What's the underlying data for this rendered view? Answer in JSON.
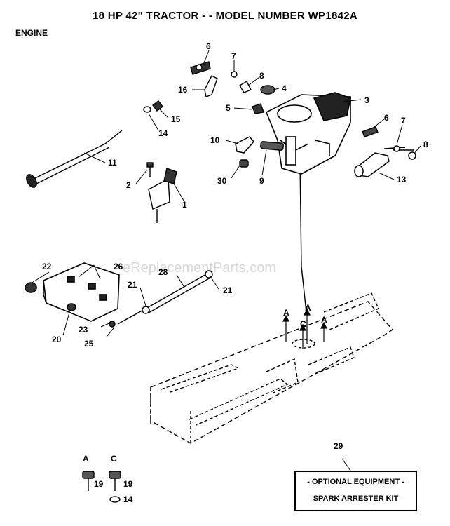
{
  "title": "18 HP 42\" TRACTOR - - MODEL NUMBER WP1842A",
  "section": "ENGINE",
  "watermark": "eReplacementParts.com",
  "callouts": [
    "1",
    "2",
    "3",
    "4",
    "5",
    "6",
    "7",
    "8",
    "9",
    "10",
    "11",
    "13",
    "14",
    "15",
    "16",
    "19",
    "20",
    "21",
    "22",
    "23",
    "25",
    "26",
    "28",
    "29",
    "30"
  ],
  "letters": [
    "A",
    "C"
  ],
  "optional": {
    "line1": "- OPTIONAL EQUIPMENT -",
    "line2": "SPARK ARRESTER KIT"
  }
}
